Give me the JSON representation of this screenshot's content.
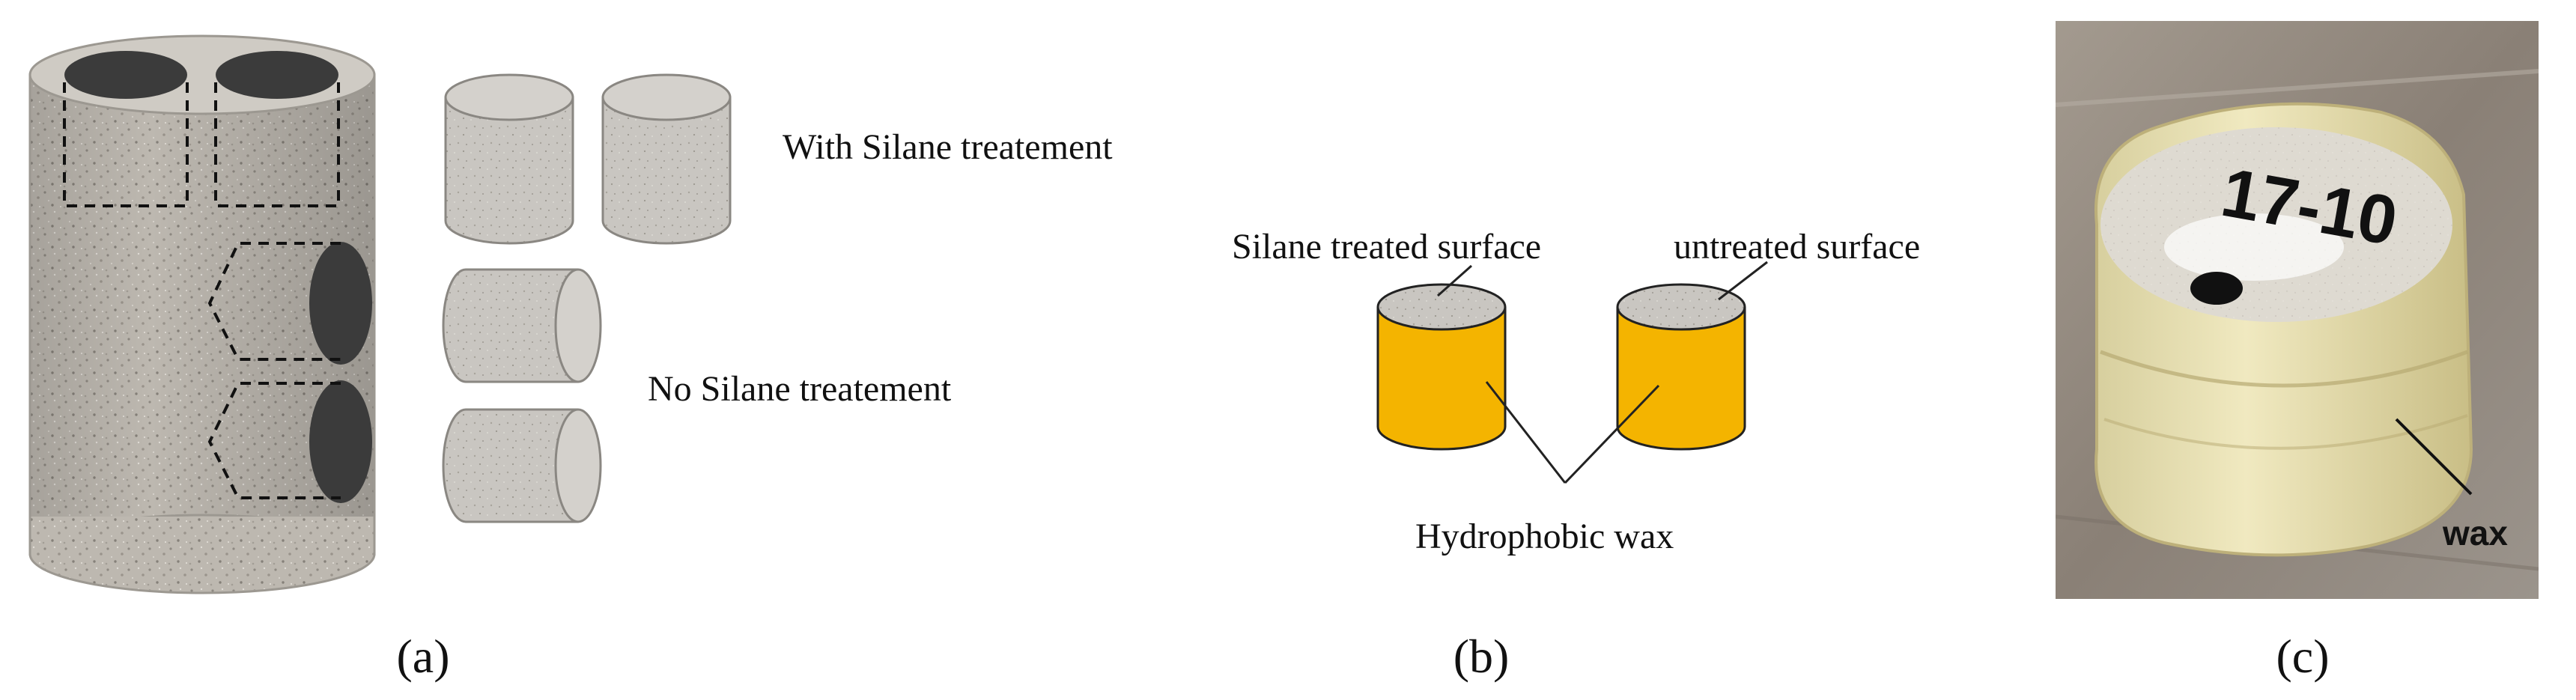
{
  "panel_a": {
    "label_with": "With Silane treatement",
    "label_without": "No Silane treatement",
    "caption": "(a)"
  },
  "panel_b": {
    "label_treated": "Silane treated surface",
    "label_untreated": "untreated surface",
    "label_wax": "Hydrophobic wax",
    "caption": "(b)"
  },
  "panel_c": {
    "photo_marking": "17-10",
    "label_wax": "wax",
    "caption": "(c)"
  },
  "colors": {
    "concrete": "#b9b4ac",
    "core_dark": "#3b3b3b",
    "wax_yellow": "#f4b400",
    "photo_bg": "#8f857a"
  }
}
